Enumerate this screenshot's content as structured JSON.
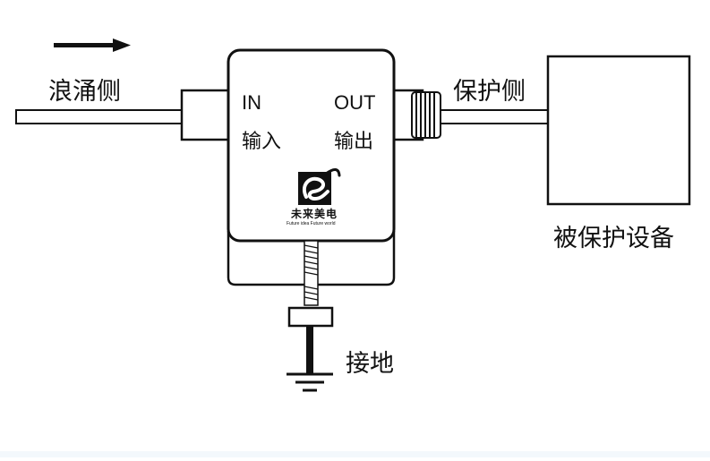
{
  "labels": {
    "surge_side": "浪涌侧",
    "protected_side": "保护侧",
    "protected_device": "被保护设备",
    "ground": "接地",
    "in_en": "IN",
    "in_cn": "输入",
    "out_en": "OUT",
    "out_cn": "输出"
  },
  "logo": {
    "name_cn": "未来美电",
    "slogan": "Future idea   Future world"
  },
  "icons": {
    "direction_arrow": "right-arrow-icon",
    "ground_symbol": "ground-icon",
    "brand_logo": "logo-icon"
  },
  "colors": {
    "line": "#111111",
    "box_fill": "#ffffff",
    "footer": "#f3f8fc"
  }
}
